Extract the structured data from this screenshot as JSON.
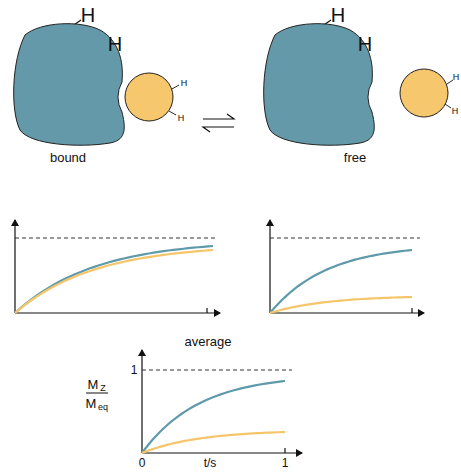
{
  "diagram": {
    "labels": [
      "H",
      "H",
      "H",
      "H",
      "H",
      "H",
      "H",
      "H",
      "bound",
      "free",
      "average",
      "M",
      "Z",
      "M",
      "eq",
      "1",
      "0",
      "t/s",
      "1"
    ]
  }
}
